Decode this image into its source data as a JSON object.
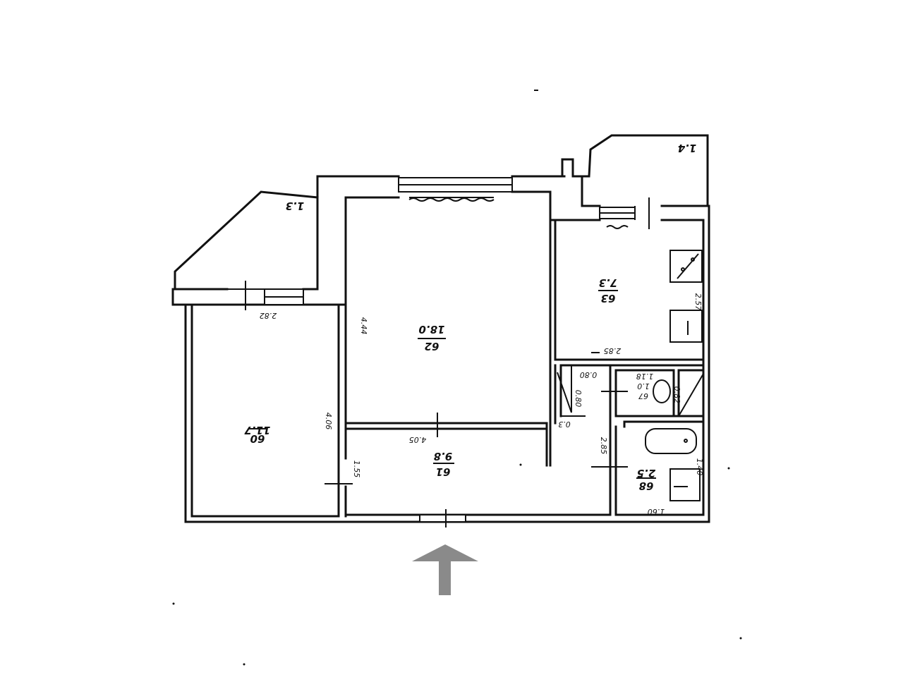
{
  "rooms": {
    "room_left": {
      "area": "11.7",
      "code": "60"
    },
    "room_big": {
      "area": "18.0",
      "code": "62"
    },
    "kitchen": {
      "area": "7.3",
      "code": "63"
    },
    "hall": {
      "area": "9.8",
      "code": "61"
    },
    "toilet": {
      "area": "1.0",
      "code": "67"
    },
    "bathroom": {
      "area": "2.5",
      "code": "68"
    },
    "balcony_left": {
      "area": "1.3"
    },
    "balcony_right": {
      "area": "1.4"
    }
  },
  "dimensions": {
    "d_282": "2.82",
    "d_444": "4.44",
    "d_406": "4.06",
    "d_155": "1.55",
    "d_405": "4.05",
    "d_285a": "2.85",
    "d_257": "2.57",
    "d_080a": "0.80",
    "d_080b": "0.80",
    "d_03": "0.3",
    "d_285b": "2.85",
    "d_118": "1.18",
    "d_082": "0.82",
    "d_140": "1.40",
    "d_160": "1.60"
  },
  "entrance_arrow": {
    "color": "#8a8a8a"
  },
  "colors": {
    "line": "#111111",
    "background": "#ffffff"
  }
}
